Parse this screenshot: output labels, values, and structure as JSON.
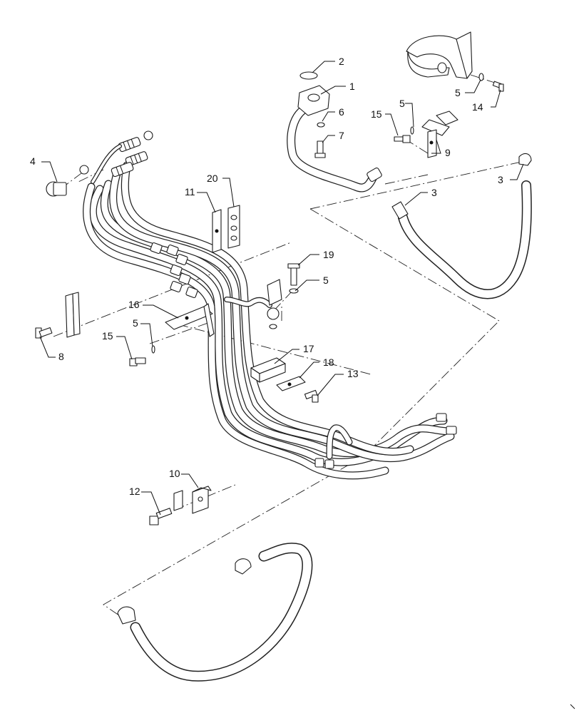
{
  "diagram": {
    "callouts": [
      {
        "id": "c1",
        "label": "1"
      },
      {
        "id": "c2",
        "label": "2"
      },
      {
        "id": "c3a",
        "label": "3"
      },
      {
        "id": "c3b",
        "label": "3"
      },
      {
        "id": "c4",
        "label": "4"
      },
      {
        "id": "c5a",
        "label": "5"
      },
      {
        "id": "c5b",
        "label": "5"
      },
      {
        "id": "c5c",
        "label": "5"
      },
      {
        "id": "c5d",
        "label": "5"
      },
      {
        "id": "c6",
        "label": "6"
      },
      {
        "id": "c7",
        "label": "7"
      },
      {
        "id": "c8",
        "label": "8"
      },
      {
        "id": "c9",
        "label": "9"
      },
      {
        "id": "c10",
        "label": "10"
      },
      {
        "id": "c11",
        "label": "11"
      },
      {
        "id": "c12",
        "label": "12"
      },
      {
        "id": "c13",
        "label": "13"
      },
      {
        "id": "c14",
        "label": "14"
      },
      {
        "id": "c15a",
        "label": "15"
      },
      {
        "id": "c15b",
        "label": "15"
      },
      {
        "id": "c16",
        "label": "16"
      },
      {
        "id": "c17",
        "label": "17"
      },
      {
        "id": "c18",
        "label": "18"
      },
      {
        "id": "c19",
        "label": "19"
      },
      {
        "id": "c20",
        "label": "20"
      }
    ]
  }
}
